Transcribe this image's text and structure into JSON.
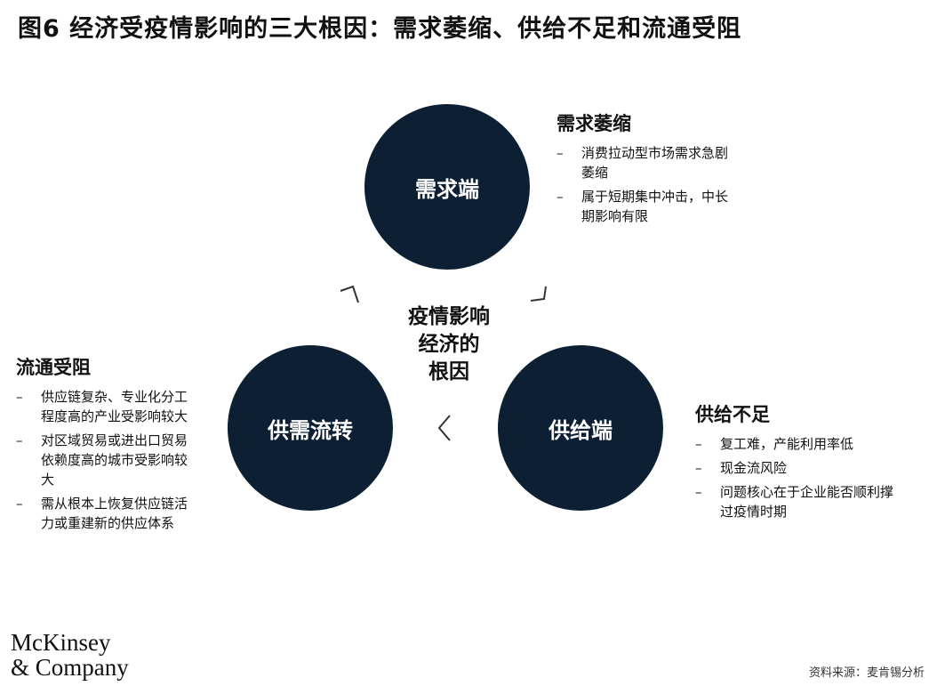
{
  "title": "图6 经济受疫情影响的三大根因：需求萎缩、供给不足和流通受阻",
  "center_label": [
    "疫情影响",
    "经济的",
    "根因"
  ],
  "circles": {
    "demand": "需求端",
    "flow": "供需流转",
    "supply": "供给端"
  },
  "blocks": {
    "demand": {
      "heading": "需求萎缩",
      "items": [
        "消费拉动型市场需求急剧萎缩",
        "属于短期集中冲击，中长期影响有限"
      ]
    },
    "flow": {
      "heading": "流通受阻",
      "items": [
        "供应链复杂、专业化分工程度高的产业受影响较大",
        "对区域贸易或进出口贸易依赖度高的城市受影响较大",
        "需从根本上恢复供应链活力或重建新的供应体系"
      ]
    },
    "supply": {
      "heading": "供给不足",
      "items": [
        "复工难，产能利用率低",
        "现金流风险",
        "问题核心在于企业能否顺利撑过疫情时期"
      ]
    }
  },
  "dash": "–",
  "arrows": {
    "left_top": "⌐",
    "right_top": "¬",
    "bottom": "〈"
  },
  "logo": [
    "McKinsey",
    "& Company"
  ],
  "source": "资料来源：麦肯锡分析",
  "colors": {
    "circle": "#0d2033",
    "text": "#111111"
  }
}
